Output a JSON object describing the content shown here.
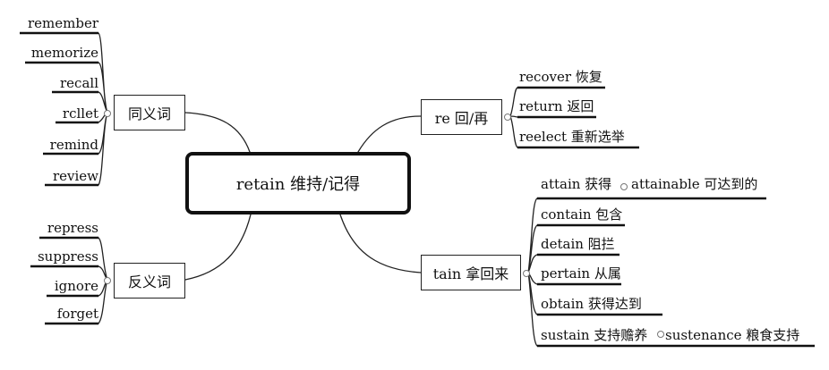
{
  "center": {
    "label": "retain 维持/记得"
  },
  "branches": {
    "synonyms": {
      "label": "同义词",
      "items": [
        "remember",
        "memorize",
        "recall",
        "rcllet",
        "remind",
        "review"
      ]
    },
    "antonyms": {
      "label": "反义词",
      "items": [
        "repress",
        "suppress",
        "ignore",
        "forget"
      ]
    },
    "re": {
      "label": "re 回/再",
      "items": [
        "recover 恢复",
        "return 返回",
        "reelect 重新选举"
      ]
    },
    "tain": {
      "label": "tain 拿回来",
      "items": [
        "attain 获得",
        "attainable 可达到的",
        "contain 包含",
        "detain 阻拦",
        "pertain 从属",
        "obtain 获得达到",
        "sustain 支持赡养",
        "sustenance 粮食支持"
      ]
    }
  }
}
